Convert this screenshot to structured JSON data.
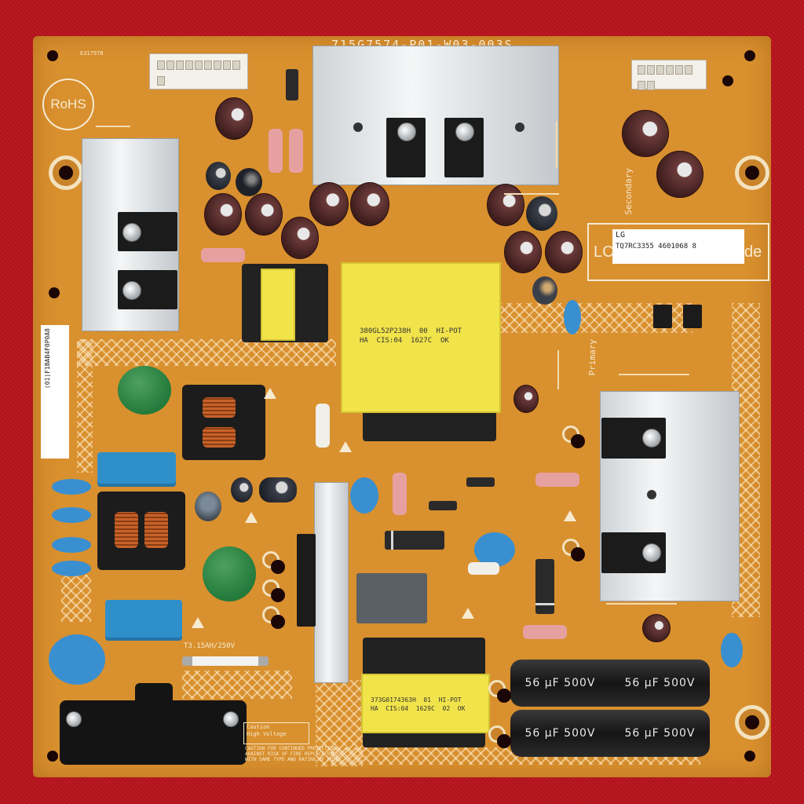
{
  "image": {
    "subject": "power-supply-circuit-board",
    "background": "red-cloth"
  },
  "board": {
    "part_number": "715G7574-P01-W03-003S",
    "rohs_mark": "RoHS",
    "sticker_brand": "LG",
    "sticker_code": "TQ7RC3355 4601068 8",
    "sticker_partial_left": "LC",
    "sticker_partial_right": "de",
    "secondary_label": "Secondary",
    "primary_label": "Primary",
    "fuse_rating": "T3.15AH/250V",
    "caution_title": "Caution",
    "caution_sub": "High Voltage",
    "caution_text": "CAUTION FOR CONTINUED PROTECTION AGAINST RISK OF FIRE REPLACE ONLY WITH SAME TYPE AND RATING OF FUSE",
    "main_transformer_text": "380GL52P238H  00  HI-POT\nHA  CIS:04  1627C  OK",
    "standby_transformer_text": "373G0174363H  01  HI-POT\nHA  CIS:04  1629C  02  OK",
    "bulk_cap_marking": "56 µF 500V",
    "side_barcode": "(01)F1BAB4F0P0A8",
    "cert_text": "E317978"
  },
  "colors": {
    "pcb": "#d9902e",
    "background": "#b8141c",
    "heatsink": "#e6e9ea",
    "transformer": "#f1e34a"
  }
}
